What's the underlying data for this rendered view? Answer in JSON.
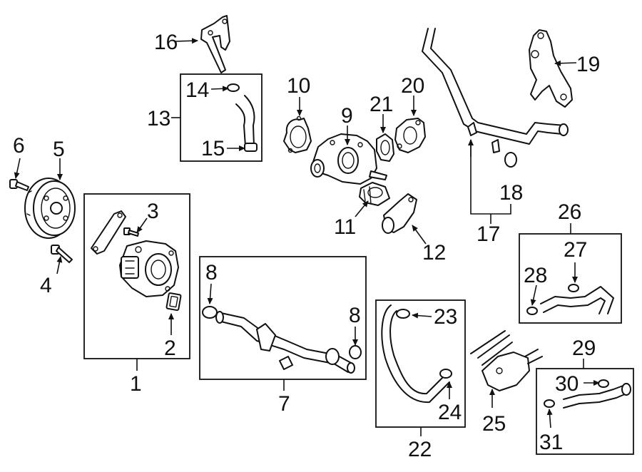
{
  "callouts": {
    "c1": "1",
    "c2": "2",
    "c3": "3",
    "c4": "4",
    "c5": "5",
    "c6": "6",
    "c7": "7",
    "c8a": "8",
    "c8b": "8",
    "c9": "9",
    "c10": "10",
    "c11": "11",
    "c12": "12",
    "c13": "13",
    "c14": "14",
    "c15": "15",
    "c16": "16",
    "c17": "17",
    "c18": "18",
    "c19": "19",
    "c20": "20",
    "c21": "21",
    "c22": "22",
    "c23": "23",
    "c24": "24",
    "c25": "25",
    "c26": "26",
    "c27": "27",
    "c28": "28",
    "c29": "29",
    "c30": "30",
    "c31": "31"
  }
}
